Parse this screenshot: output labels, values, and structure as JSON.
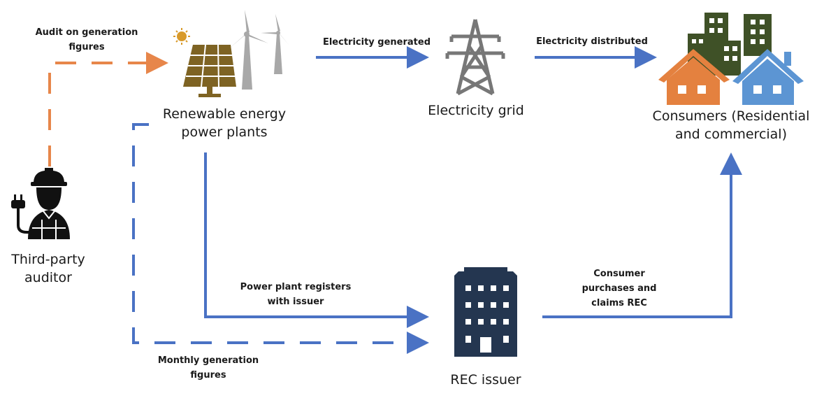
{
  "colors": {
    "arrow_orange": "#E7864A",
    "arrow_blue": "#4A72C4",
    "solar_panel": "#7E6323",
    "sun": "#D89A2B",
    "turbine": "#A8A8A8",
    "pylon": "#777777",
    "building_navy": "#243650",
    "city_green": "#3F5127",
    "house_orange": "#E4813F",
    "house_blue": "#5C95D3",
    "auditor_black": "#111111"
  },
  "nodes": {
    "auditor": {
      "label_lines": [
        "Third-party",
        "auditor"
      ],
      "icon": "engineer-icon"
    },
    "power_plants": {
      "label_lines": [
        "Renewable energy",
        "power plants"
      ],
      "icon": "solar-wind-icon"
    },
    "grid": {
      "label_lines": [
        "Electricity grid"
      ],
      "icon": "transmission-tower-icon"
    },
    "consumers": {
      "label_lines": [
        "Consumers (Residential",
        "and commercial)"
      ],
      "icon": "city-houses-icon"
    },
    "rec_issuer": {
      "label_lines": [
        "REC issuer"
      ],
      "icon": "office-building-icon"
    }
  },
  "edges": {
    "audit": {
      "label_lines": [
        "Audit on generation",
        "figures"
      ],
      "style": "dashed",
      "color": "orange"
    },
    "generated": {
      "label_lines": [
        "Electricity generated"
      ],
      "style": "solid",
      "color": "blue"
    },
    "distributed": {
      "label_lines": [
        "Electricity distributed"
      ],
      "style": "solid",
      "color": "blue"
    },
    "registers": {
      "label_lines": [
        "Power plant registers",
        "with issuer"
      ],
      "style": "solid",
      "color": "blue"
    },
    "monthly": {
      "label_lines": [
        "Monthly generation",
        "figures"
      ],
      "style": "dashed",
      "color": "blue"
    },
    "purchase": {
      "label_lines": [
        "Consumer",
        "purchases and",
        "claims REC"
      ],
      "style": "solid",
      "color": "blue"
    }
  }
}
